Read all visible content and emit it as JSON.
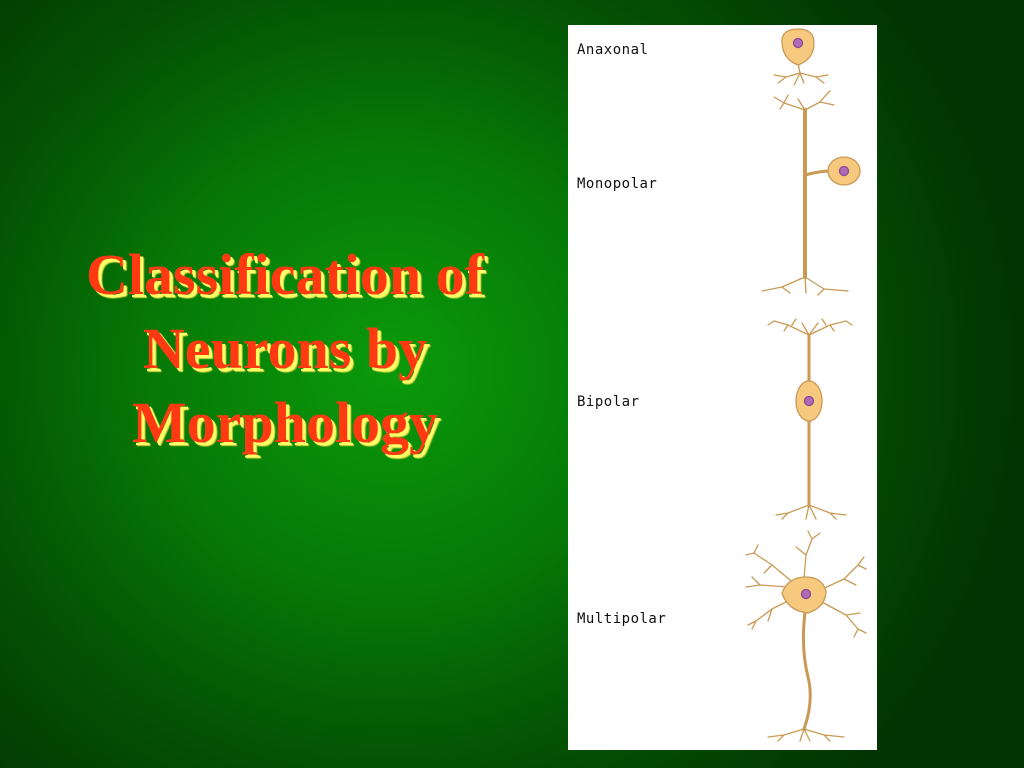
{
  "slide": {
    "title_lines": [
      "Classification of",
      "Neurons by",
      "Morphology"
    ],
    "title_color": "#ff3a12",
    "title_shadow_color": "#ffff66",
    "background_color": "#0b9a0b"
  },
  "figure": {
    "background": "#ffffff",
    "neuron_fill": "#f7c97e",
    "neuron_stroke": "#c99a55",
    "nucleus_color": "#b06bb8",
    "neurons": [
      {
        "label": "Anaxonal"
      },
      {
        "label": "Monopolar"
      },
      {
        "label": "Bipolar"
      },
      {
        "label": "Multipolar"
      }
    ]
  }
}
